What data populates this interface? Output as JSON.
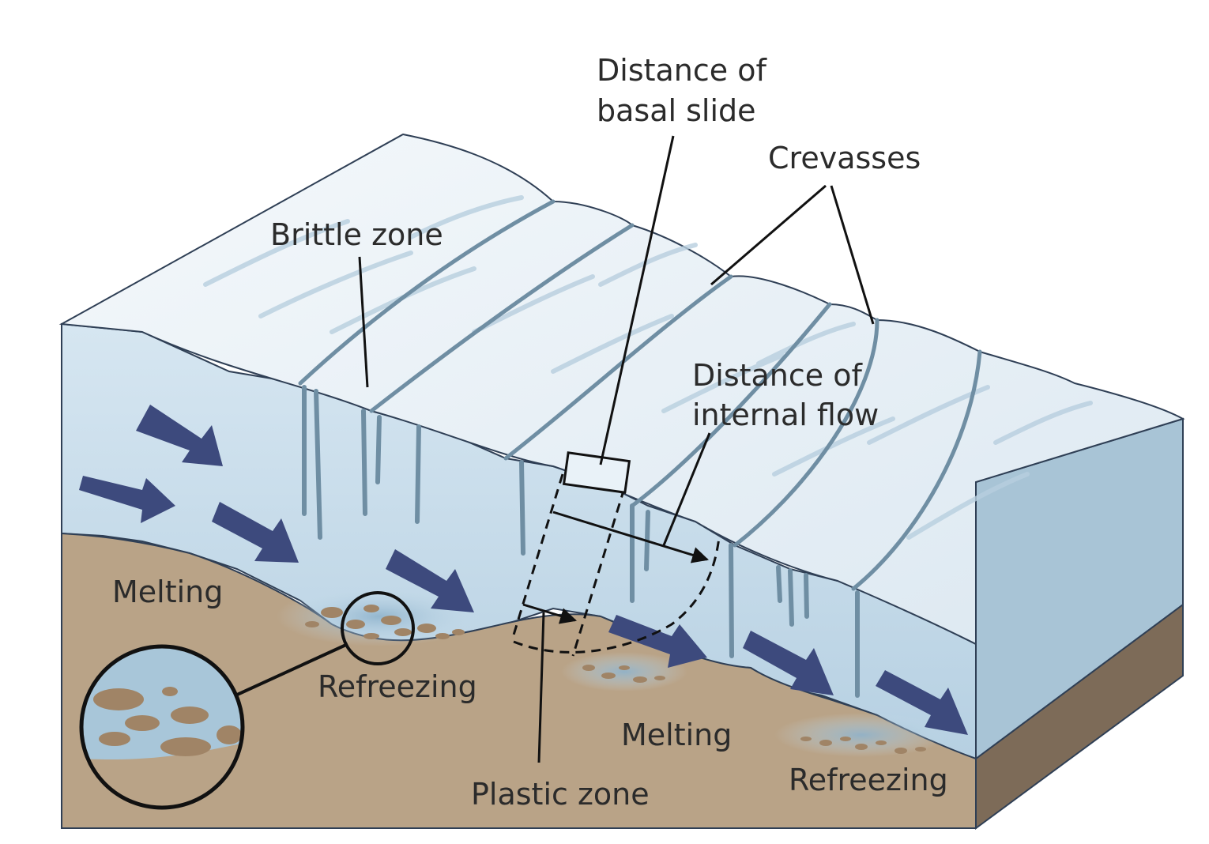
{
  "labels": {
    "distance_basal_slide_line1": "Distance of",
    "distance_basal_slide_line2": "basal slide",
    "crevasses": "Crevasses",
    "brittle_zone": "Brittle zone",
    "distance_internal_flow_line1": "Distance of",
    "distance_internal_flow_line2": "internal flow",
    "melting_left": "Melting",
    "refreezing_left": "Refreezing",
    "melting_right": "Melting",
    "plastic_zone": "Plastic zone",
    "refreezing_right": "Refreezing"
  },
  "colors": {
    "ice_top": "#e9f2f8",
    "ice_front": "#c6dcea",
    "ice_side": "#a8c4d6",
    "crevasse": "#6f8ea3",
    "bedrock": "#b9a387",
    "bedrock_side": "#7d6b58",
    "arrow": "#3d4a7d",
    "debris": "#a08466",
    "outline": "#2f3f55"
  }
}
